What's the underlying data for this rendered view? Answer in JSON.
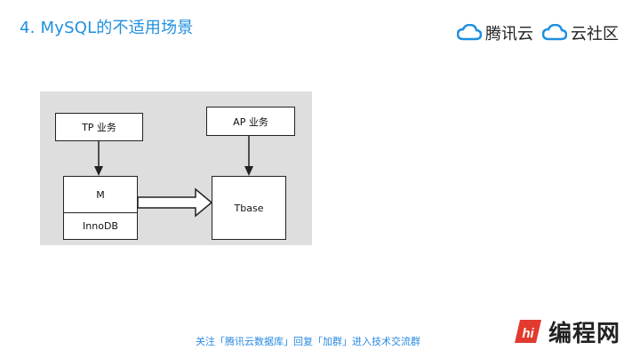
{
  "slide": {
    "title": "4. MySQL的不适用场景"
  },
  "logos": {
    "tencent_cloud": "腾讯云",
    "cloud_community": "云社区"
  },
  "diagram": {
    "tp_label": "TP 业务",
    "ap_label": "AP 业务",
    "m_label": "M",
    "innodb_label": "InnoDB",
    "tbase_label": "Tbase"
  },
  "footer": {
    "text": "关注「腾讯云数据库」回复「加群」进入技术交流群"
  },
  "brand": {
    "icon_text": "hi",
    "name": "编程网"
  },
  "colors": {
    "title_blue": "#1f8fe0",
    "diagram_bg": "#dedede",
    "brand_red": "#e23a2e"
  }
}
